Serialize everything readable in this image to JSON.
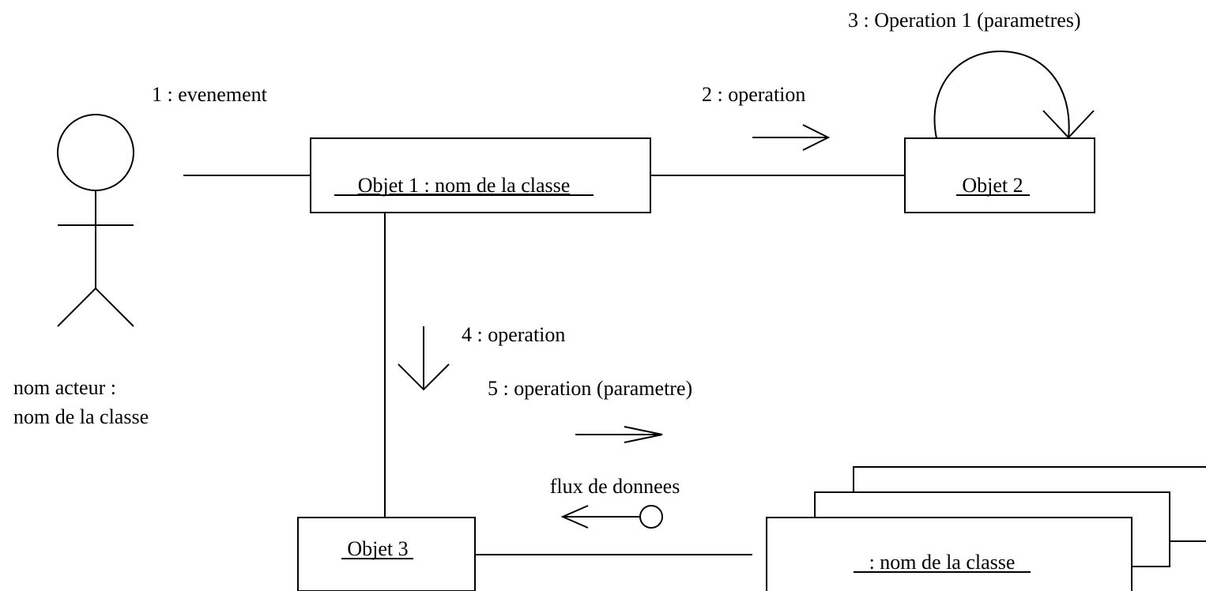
{
  "actor": {
    "name_line1": "nom acteur :",
    "name_line2": "nom de la classe"
  },
  "objects": {
    "obj1": "Objet 1 : nom de la classe",
    "obj2": "Objet 2",
    "obj3": "Objet 3",
    "multi": ": nom de la classe"
  },
  "messages": {
    "m1": "1 : evenement",
    "m2": "2 : operation",
    "m3": "3 : Operation 1 (parametres)",
    "m4": "4 : operation",
    "m5": "5 : operation (parametre)",
    "flow": "flux de donnees"
  }
}
